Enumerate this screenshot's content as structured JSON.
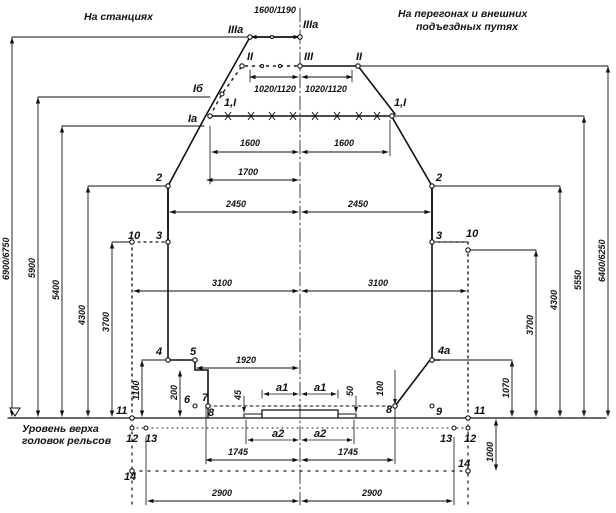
{
  "header": {
    "stations": "На станциях",
    "stages_line1": "На перегонах и внешних",
    "stages_line2": "подъездных путях"
  },
  "rail_level": {
    "line1": "Уровень верха",
    "line2": "головок рельсов"
  },
  "points": {
    "IIIa_left": "IIIa",
    "IIIa_right": "IIIa",
    "II_left": "II",
    "III": "III",
    "II_right": "II",
    "Ib": "Iб",
    "Ia": "Ia",
    "I_left": "1,I",
    "I_right": "1,I",
    "p2_left": "2",
    "p2_right": "2",
    "p3_left": "3",
    "p3_right": "3",
    "p10_left": "10",
    "p10_right": "10",
    "p4": "4",
    "p5": "5",
    "p4a": "4a",
    "p6": "6",
    "p7": "7",
    "p8_left": "8",
    "p8_right": "8",
    "p9": "9",
    "p11_left": "11",
    "p11_right": "11",
    "p12_left": "12",
    "p12_right": "12",
    "p13_left": "13",
    "p13_right": "13",
    "p14_left": "14",
    "p14_right": "14",
    "a1_left": "a1",
    "a1_right": "a1",
    "a2_left": "a2",
    "a2_right": "a2"
  },
  "dims": {
    "d1600_1190": "1600/1190",
    "d1020_1120_l": "1020/1120",
    "d1020_1120_r": "1020/1120",
    "d1600_l": "1600",
    "d1600_r": "1600",
    "d1700": "1700",
    "d2450_l": "2450",
    "d2450_r": "2450",
    "d3100_l": "3100",
    "d3100_r": "3100",
    "d1920": "1920",
    "d1745_l": "1745",
    "d1745_r": "1745",
    "d2900_l": "2900",
    "d2900_r": "2900",
    "h6900": "6900/6750",
    "h5900": "5900",
    "h5400": "5400",
    "h4300_l": "4300",
    "h3700_l": "3700",
    "h1100": "1100",
    "h200": "200",
    "h45": "45",
    "h50": "50",
    "h100": "100",
    "h6400": "6400/6250",
    "h5550": "5550",
    "h4300_r": "4300",
    "h3700_r": "3700",
    "h1070": "1070",
    "h1000": "1000"
  }
}
